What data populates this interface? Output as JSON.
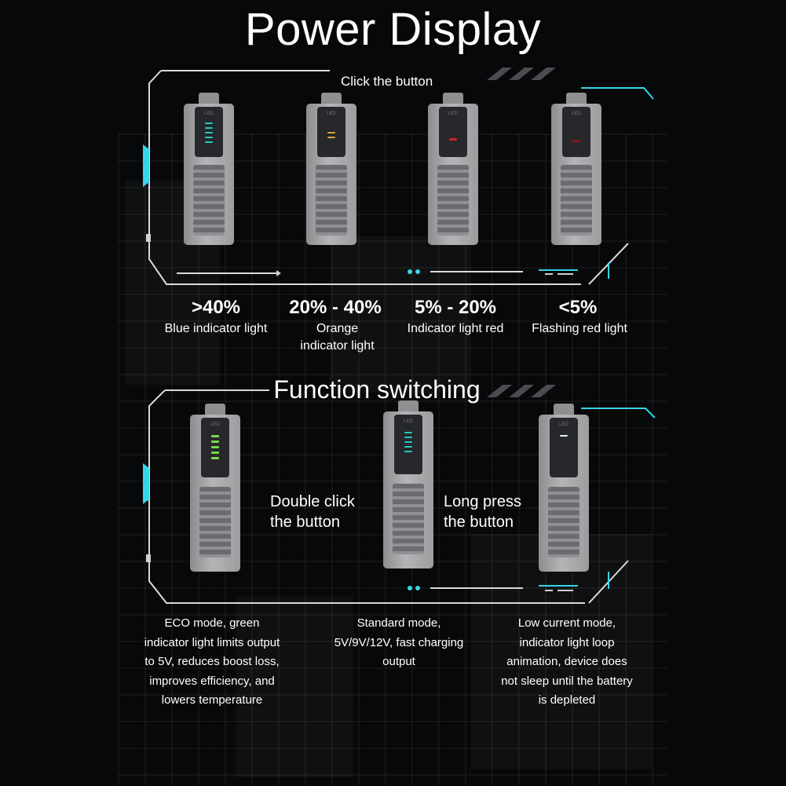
{
  "title": "Power Display",
  "click_hint": "Click the button",
  "colors": {
    "accent_cyan": "#35d6e6",
    "led_blue": "#27c9c2",
    "led_orange": "#e0a23a",
    "led_red": "#d02424",
    "led_green": "#7bd64a",
    "led_white": "#e8f4f6"
  },
  "levels": [
    {
      "percent": ">40%",
      "description": "Blue indicator light"
    },
    {
      "percent": "20% - 40%",
      "description_line1": "Orange",
      "description_line2": "indicator light"
    },
    {
      "percent": "5% - 20%",
      "description": "Indicator light red"
    },
    {
      "percent": "<5%",
      "description": "Flashing red light"
    }
  ],
  "function_title": "Function switching",
  "actions": {
    "double_click_line1": "Double click",
    "double_click_line2": "the button",
    "long_press_line1": "Long press",
    "long_press_line2": "the button"
  },
  "modes": [
    {
      "lines": [
        "ECO mode, green",
        "indicator light limits output",
        "to 5V, reduces boost loss,",
        "improves efficiency, and",
        "lowers temperature"
      ]
    },
    {
      "lines": [
        "Standard mode,",
        "5V/9V/12V, fast charging",
        "output"
      ]
    },
    {
      "lines": [
        "Low current mode,",
        "indicator light loop",
        "animation, device does",
        "not sleep until the battery",
        "is depleted"
      ]
    }
  ]
}
